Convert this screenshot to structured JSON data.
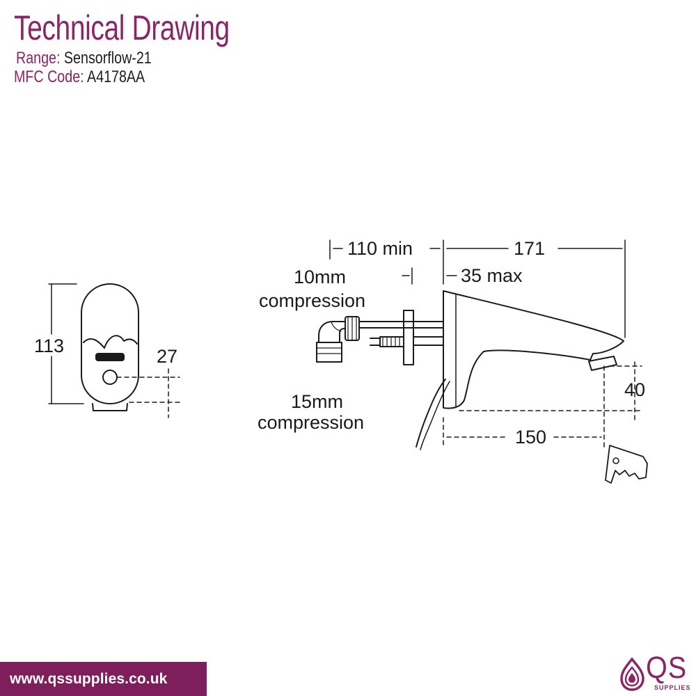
{
  "header": {
    "title": "Technical Drawing",
    "range_label": "Range:",
    "range_value": "Sensorflow-21",
    "code_label": "MFC Code:",
    "code_value": "A4178AA"
  },
  "dimensions": {
    "height": "113",
    "sensor_offset": "27",
    "wall_depth": "110 min",
    "projection": "171",
    "flange": "35 max",
    "inlet_10": "10mm",
    "inlet_10_type": "compression",
    "inlet_15": "15mm",
    "inlet_15_type": "compression",
    "outlet_height": "40",
    "spout_reach": "150"
  },
  "footer": {
    "website": "www.qssupplies.co.uk",
    "logo_letters": "QS",
    "logo_sub": "SUPPLIES"
  },
  "colors": {
    "brand": "#8b2565",
    "footer_bar": "#7e1f5c",
    "line": "#1a1a1a"
  }
}
